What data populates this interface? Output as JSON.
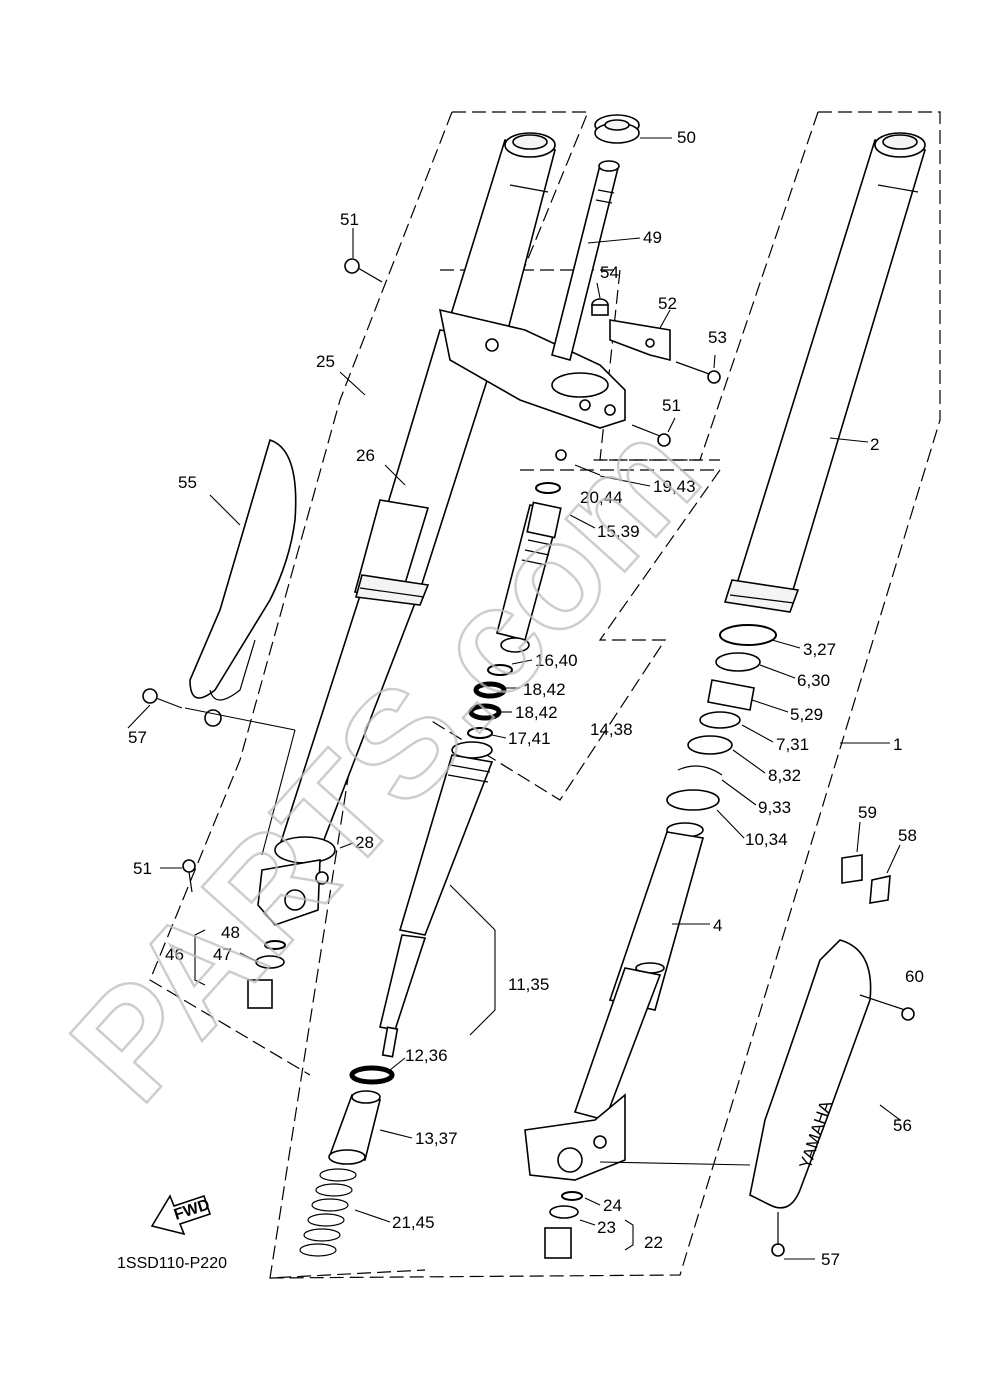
{
  "diagram": {
    "drawing_code": "1SSD110-P220",
    "watermark": "PARTS.com",
    "fwd_arrow_label": "FWD",
    "guard_brand": "YAMAHA",
    "callouts": {
      "c1": "1",
      "c2": "2",
      "c4": "4",
      "c3_27": "3,27",
      "c6_30": "6,30",
      "c5_29": "5,29",
      "c7_31": "7,31",
      "c8_32": "8,32",
      "c9_33": "9,33",
      "c10_34": "10,34",
      "c11_35": "11,35",
      "c12_36": "12,36",
      "c13_37": "13,37",
      "c14_38": "14,38",
      "c15_39": "15,39",
      "c16_40": "16,40",
      "c17_41": "17,41",
      "c18_42a": "18,42",
      "c18_42b": "18,42",
      "c19_43": "19,43",
      "c20_44": "20,44",
      "c21_45": "21,45",
      "c22": "22",
      "c23": "23",
      "c24": "24",
      "c25": "25",
      "c26": "26",
      "c28": "28",
      "c46": "46",
      "c47": "47",
      "c48": "48",
      "c49": "49",
      "c50": "50",
      "c51a": "51",
      "c51b": "51",
      "c51c": "51",
      "c52": "52",
      "c53": "53",
      "c54": "54",
      "c55": "55",
      "c56": "56",
      "c57a": "57",
      "c57b": "57",
      "c58": "58",
      "c59": "59",
      "c60": "60"
    }
  }
}
